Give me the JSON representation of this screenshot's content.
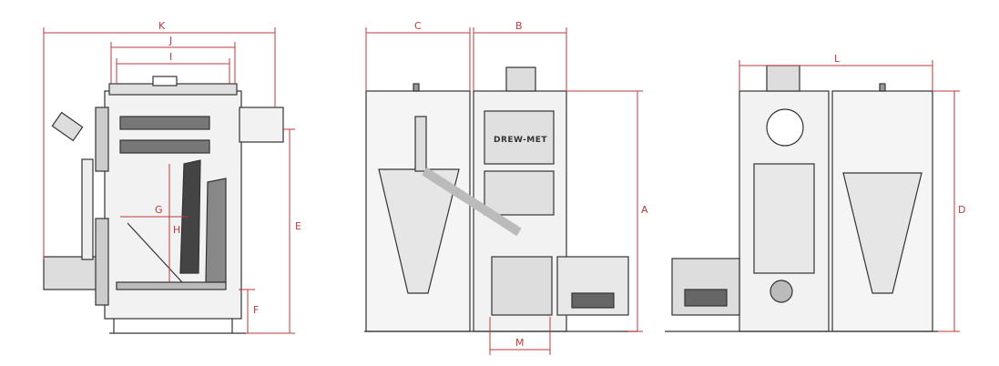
{
  "colors": {
    "dimension": "#c0393b",
    "outline": "#333333",
    "fill": "#e6e6e6",
    "dark": "#555555"
  },
  "dimension_labels": {
    "k": "K",
    "j": "J",
    "i": "I",
    "e": "E",
    "f": "F",
    "g": "G",
    "h": "H",
    "c": "C",
    "b": "B",
    "a": "A",
    "m": "M",
    "l": "L",
    "d": "D"
  },
  "brand": "DREW-MET"
}
